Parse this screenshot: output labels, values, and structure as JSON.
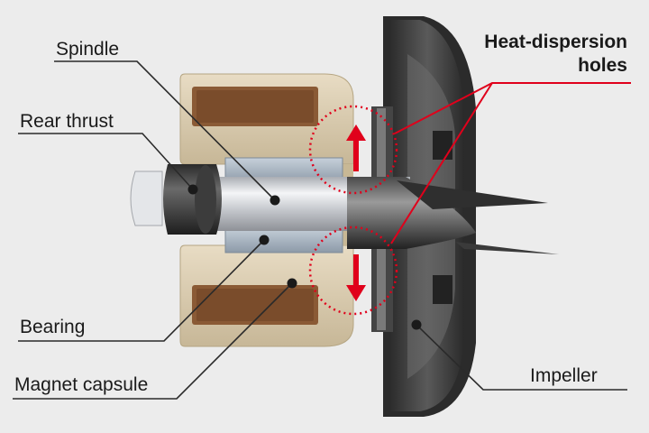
{
  "labels": {
    "spindle": "Spindle",
    "rear_thrust": "Rear thrust",
    "bearing": "Bearing",
    "magnet_capsule": "Magnet capsule",
    "impeller": "Impeller",
    "heat_dispersion_line1": "Heat-dispersion",
    "heat_dispersion_line2": "holes"
  },
  "colors": {
    "background": "#ececec",
    "leader_line": "#2a2a2a",
    "heat_line": "#e0001b",
    "arrow": "#e0001b",
    "magnet_body": "#d9cbb0",
    "magnet_core": "#8a5a35",
    "impeller": "#3b3b3b",
    "bearing": "#a9b6c4",
    "spindle": "#d0d3d8"
  }
}
